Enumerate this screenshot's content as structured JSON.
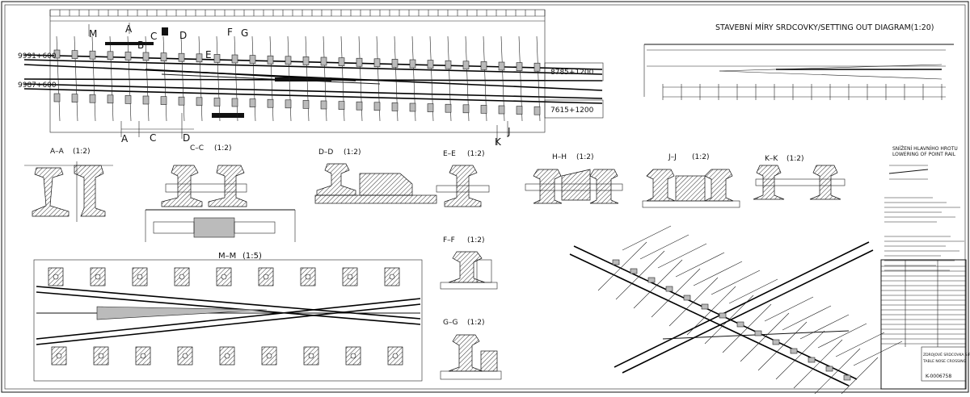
{
  "plan": {
    "left_labels": [
      "9991+600",
      "9987+600"
    ],
    "right_labels": [
      "8785+1200",
      "7615+1200"
    ],
    "section_markers_top": [
      "M",
      "A",
      "B",
      "C",
      "D",
      "F",
      "G",
      "E"
    ],
    "section_markers_bottom": [
      "A",
      "C",
      "D",
      "K",
      "J"
    ]
  },
  "setting_out": {
    "title": "STAVEBNÍ MÍRY SRDCOVKY/SETTING OUT DIAGRAM(1:20)"
  },
  "sections": [
    {
      "label": "A–A",
      "scale": "(1:2)"
    },
    {
      "label": "C–C",
      "scale": "(1:2)"
    },
    {
      "label": "D–D",
      "scale": "(1:2)"
    },
    {
      "label": "E–E",
      "scale": "(1:2)"
    },
    {
      "label": "H–H",
      "scale": "(1:2)"
    },
    {
      "label": "J–J",
      "scale": "(1:2)"
    },
    {
      "label": "K–K",
      "scale": "(1:2)"
    },
    {
      "label": "F–F",
      "scale": "(1:2)"
    },
    {
      "label": "G–G",
      "scale": "(1:2)"
    },
    {
      "label": "M–M",
      "scale": "(1:5)"
    }
  ],
  "right_note": {
    "title": "SNÍŽENÍ HLAVNÍHO HROTU",
    "subtitle": "LOWERING OF POINT RAIL"
  },
  "title_block": {
    "line1": "ZDROJOVÉ SRDCOVKA S PKS",
    "line2": "TABLE NOSE CROSSING",
    "number": "K-0006758"
  }
}
